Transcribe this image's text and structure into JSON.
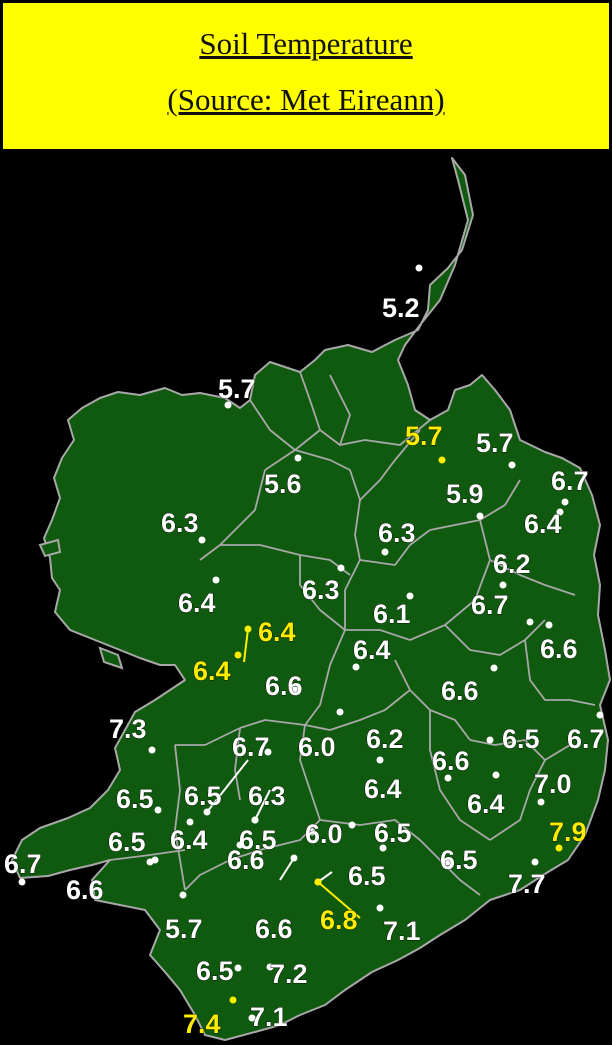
{
  "header": {
    "title": "Soil Temperature",
    "source": "(Source: Met Eireann)"
  },
  "colors": {
    "header_bg": "#ffff00",
    "land": "#0f5a0f",
    "border": "#a8a8a8",
    "sea": "#000000",
    "label_normal": "#ffffff",
    "label_highlight": "#ffee00"
  },
  "readings": [
    {
      "value": "5.2",
      "highlight": false
    },
    {
      "value": "5.7",
      "highlight": false
    },
    {
      "value": "5.7",
      "highlight": true
    },
    {
      "value": "5.7",
      "highlight": false
    },
    {
      "value": "6.7",
      "highlight": false
    },
    {
      "value": "5.6",
      "highlight": false
    },
    {
      "value": "5.9",
      "highlight": false
    },
    {
      "value": "6.3",
      "highlight": false
    },
    {
      "value": "6.3",
      "highlight": false
    },
    {
      "value": "6.4",
      "highlight": false
    },
    {
      "value": "6.2",
      "highlight": false
    },
    {
      "value": "6.3",
      "highlight": false
    },
    {
      "value": "6.4",
      "highlight": false
    },
    {
      "value": "6.1",
      "highlight": false
    },
    {
      "value": "6.7",
      "highlight": false
    },
    {
      "value": "6.4",
      "highlight": true
    },
    {
      "value": "6.6",
      "highlight": false
    },
    {
      "value": "6.4",
      "highlight": false
    },
    {
      "value": "6.4",
      "highlight": true
    },
    {
      "value": "6.6",
      "highlight": false
    },
    {
      "value": "6.6",
      "highlight": false
    },
    {
      "value": "7.3",
      "highlight": false
    },
    {
      "value": "6.7",
      "highlight": false
    },
    {
      "value": "6.0",
      "highlight": false
    },
    {
      "value": "6.2",
      "highlight": false
    },
    {
      "value": "6.5",
      "highlight": false
    },
    {
      "value": "6.7",
      "highlight": false
    },
    {
      "value": "6.6",
      "highlight": false
    },
    {
      "value": "6.5",
      "highlight": false
    },
    {
      "value": "6.5",
      "highlight": false
    },
    {
      "value": "6.3",
      "highlight": false
    },
    {
      "value": "6.4",
      "highlight": false
    },
    {
      "value": "7.0",
      "highlight": false
    },
    {
      "value": "6.4",
      "highlight": false
    },
    {
      "value": "6.5",
      "highlight": false
    },
    {
      "value": "6.4",
      "highlight": false
    },
    {
      "value": "6.5",
      "highlight": false
    },
    {
      "value": "6.0",
      "highlight": false
    },
    {
      "value": "6.5",
      "highlight": false
    },
    {
      "value": "7.9",
      "highlight": true
    },
    {
      "value": "6.7",
      "highlight": false
    },
    {
      "value": "6.6",
      "highlight": false
    },
    {
      "value": "6.5",
      "highlight": false
    },
    {
      "value": "6.6",
      "highlight": false
    },
    {
      "value": "6.5",
      "highlight": false
    },
    {
      "value": "7.7",
      "highlight": false
    },
    {
      "value": "6.8",
      "highlight": true
    },
    {
      "value": "5.7",
      "highlight": false
    },
    {
      "value": "6.6",
      "highlight": false
    },
    {
      "value": "7.1",
      "highlight": false
    },
    {
      "value": "6.5",
      "highlight": false
    },
    {
      "value": "7.2",
      "highlight": false
    },
    {
      "value": "7.4",
      "highlight": true
    },
    {
      "value": "7.1",
      "highlight": false
    }
  ]
}
